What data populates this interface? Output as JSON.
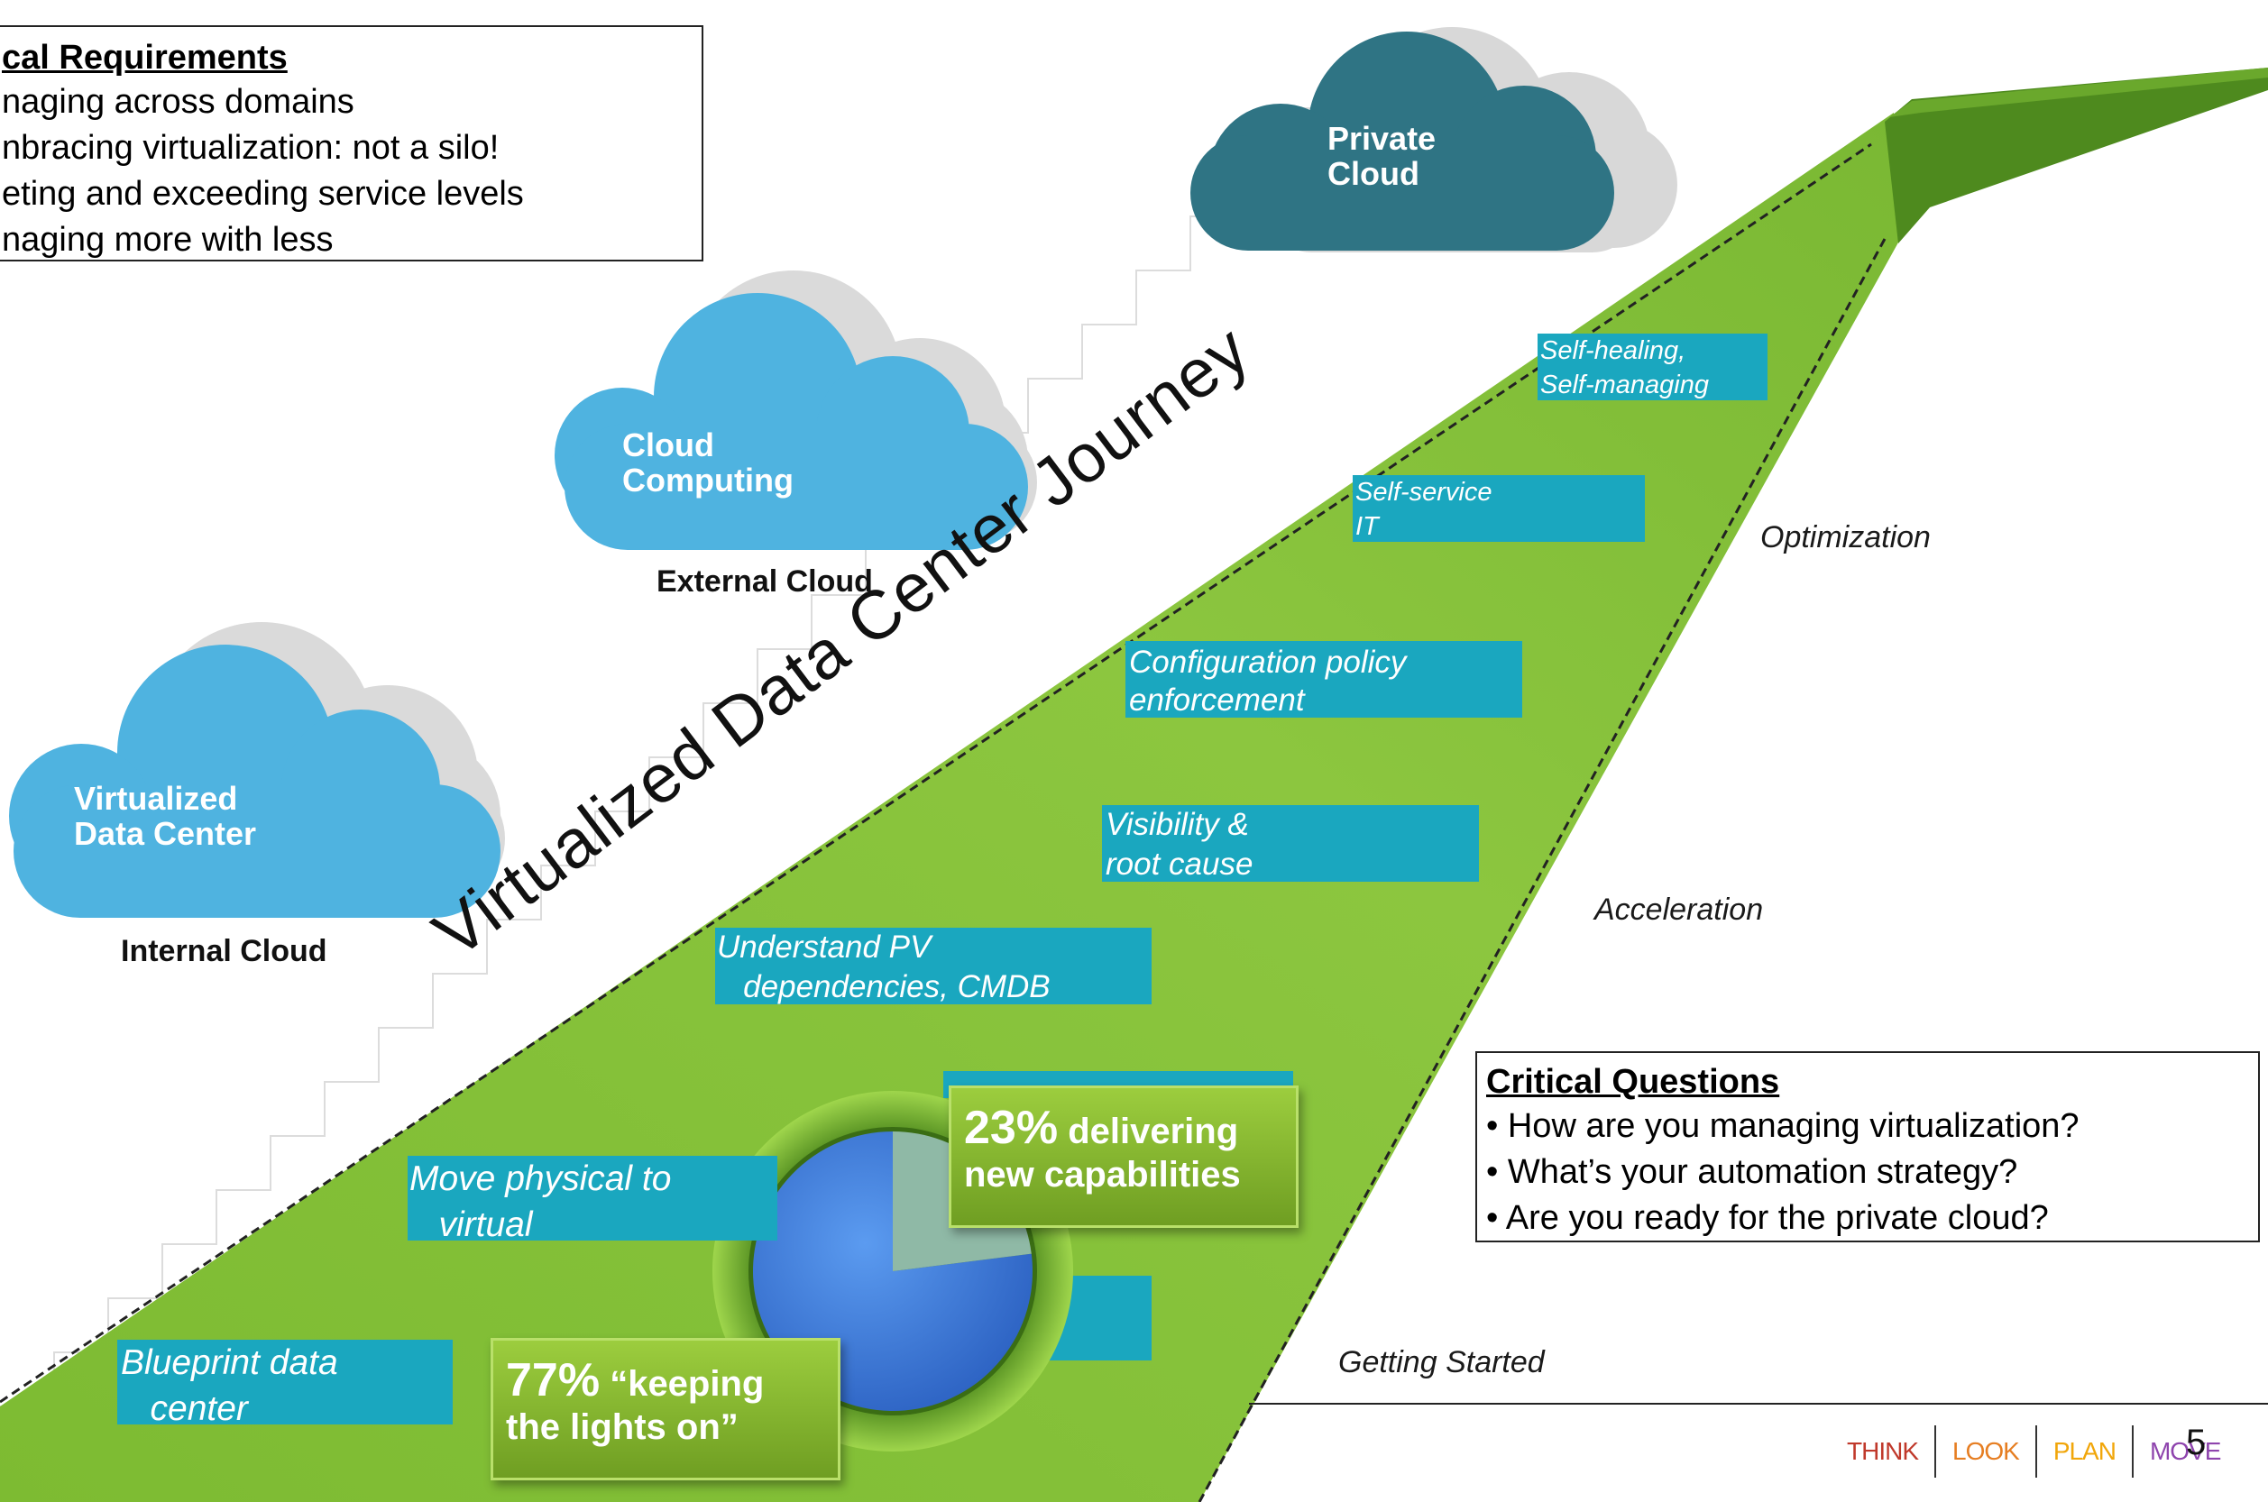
{
  "requirements": {
    "title": "cal Requirements",
    "items": [
      "naging across domains",
      "nbracing virtualization: not a silo!",
      "eting and exceeding service levels",
      "naging more with less"
    ]
  },
  "clouds": {
    "private": {
      "label": "Private\nCloud"
    },
    "external": {
      "label": "Cloud\nComputing",
      "caption": "External Cloud"
    },
    "internal": {
      "label": "Virtualized\nData Center",
      "caption": "Internal Cloud"
    }
  },
  "journey_title": "Virtualized Data Center Journey",
  "steps": [
    {
      "text": "Self-healing,\nSelf-managing"
    },
    {
      "text": "Self-service\nIT"
    },
    {
      "text": "Configuration policy\nenforcement"
    },
    {
      "text": "Visibility &\nroot cause"
    },
    {
      "text": "Understand PV\n   dependencies, CMDB"
    },
    {
      "text": "Move physical to\n   virtual"
    },
    {
      "text": "Blueprint data\n   center"
    }
  ],
  "phases": {
    "optimization": "Optimization",
    "acceleration": "Acceleration",
    "getting_started": "Getting Started"
  },
  "stats": {
    "delivering": {
      "pct": "23%",
      "text1": " delivering",
      "text2": "new capabilities",
      "fraction": 0.23
    },
    "keeping": {
      "pct": "77%",
      "text1": " “keeping",
      "text2": "the lights on”",
      "fraction": 0.77
    }
  },
  "questions": {
    "title": "Critical Questions",
    "items": [
      "• How are you managing virtualization?",
      "• What’s your automation strategy?",
      "• Are you ready for the private cloud?"
    ]
  },
  "footer": {
    "nav": [
      "THINK",
      "LOOK",
      "PLAN",
      "MOVE"
    ],
    "nav_colors": [
      "#c0392b",
      "#e67e22",
      "#f1a60a",
      "#8e44ad"
    ],
    "page_number": "5"
  },
  "colors": {
    "ramp": "#8cc63f",
    "ramp_dark": "#4e8a1e",
    "step": "#1aa7bf",
    "private_cloud": "#2f7484",
    "blue_cloud": "#4fb3e0"
  }
}
